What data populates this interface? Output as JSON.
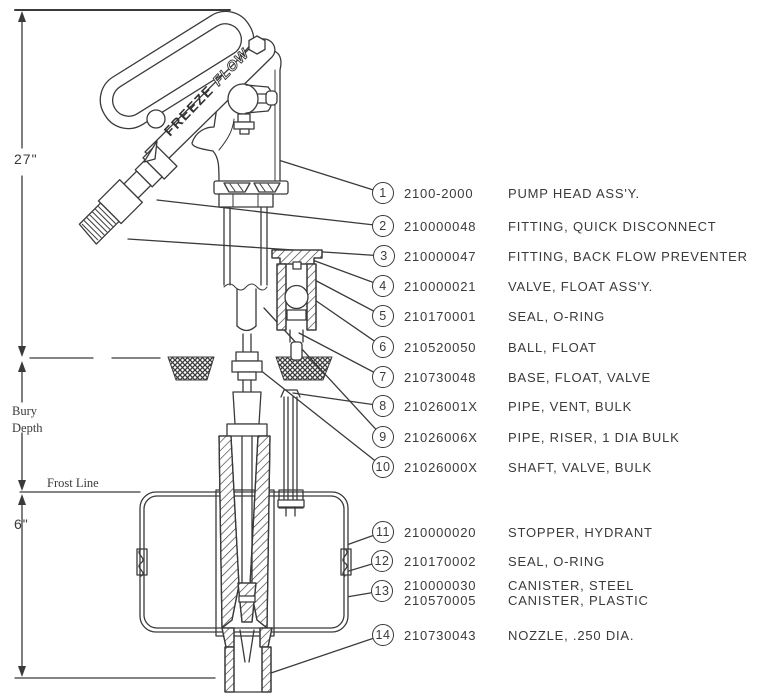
{
  "colors": {
    "line": "#3a3a3a",
    "background": "#ffffff"
  },
  "drawing": {
    "brand": {
      "word1": "FREEZE",
      "word2": "FLOW"
    },
    "dimensions": {
      "height": "27\"",
      "bury": "Bury\nDepth",
      "frost": "Frost Line",
      "below_frost": "6\""
    }
  },
  "parts_list": {
    "items": [
      {
        "no": "1",
        "num": "2100-2000",
        "desc": "PUMP HEAD ASS'Y."
      },
      {
        "no": "2",
        "num": "210000048",
        "desc": "FITTING, QUICK DISCONNECT"
      },
      {
        "no": "3",
        "num": "210000047",
        "desc": "FITTING, BACK FLOW PREVENTER"
      },
      {
        "no": "4",
        "num": "210000021",
        "desc": "VALVE, FLOAT ASS'Y."
      },
      {
        "no": "5",
        "num": "210170001",
        "desc": "SEAL, O-RING"
      },
      {
        "no": "6",
        "num": "210520050",
        "desc": "BALL, FLOAT"
      },
      {
        "no": "7",
        "num": "210730048",
        "desc": "BASE, FLOAT, VALVE"
      },
      {
        "no": "8",
        "num": "21026001X",
        "desc": "PIPE, VENT, BULK"
      },
      {
        "no": "9",
        "num": "21026006X",
        "desc": "PIPE, RISER, 1 DIA BULK"
      },
      {
        "no": "10",
        "num": "21026000X",
        "desc": "SHAFT, VALVE, BULK"
      },
      {
        "no": "11",
        "num": "210000020",
        "desc": "STOPPER, HYDRANT"
      },
      {
        "no": "12",
        "num": "210170002",
        "desc": "SEAL, O-RING"
      },
      {
        "no": "13",
        "num": "210000030\n210570005",
        "desc": "CANISTER, STEEL\nCANISTER, PLASTIC"
      },
      {
        "no": "14",
        "num": "210730043",
        "desc": "NOZZLE, .250 DIA."
      }
    ]
  }
}
